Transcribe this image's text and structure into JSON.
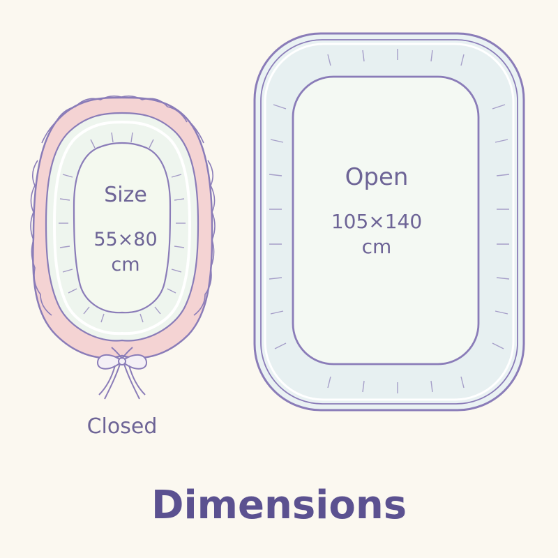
{
  "closed": {
    "inner_title": "Size",
    "size_value": "55×80",
    "size_unit": "cm",
    "caption": "Closed"
  },
  "open": {
    "inner_title": "Open",
    "size_value": "105×140",
    "size_unit": "cm"
  },
  "title": "Dimensions",
  "colors": {
    "background": "#fbf8f0",
    "outline": "#8a7cb8",
    "text": "#6d6496",
    "pink_ruffle": "#f4d3d3",
    "mint_fill": "#eef5ee",
    "blue_fill": "#eaf2f3"
  }
}
